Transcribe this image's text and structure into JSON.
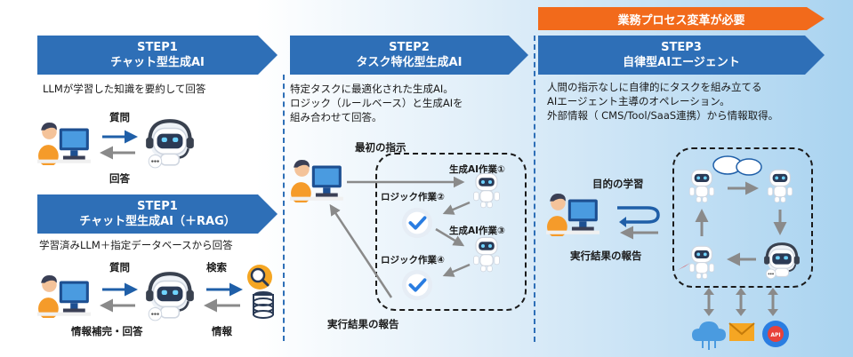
{
  "banner": "業務プロセス変革が必要",
  "step1": {
    "step": "STEP1",
    "title": "チャット型生成AI",
    "desc": "LLMが学習した知識を要約して回答",
    "question": "質問",
    "answer": "回答"
  },
  "step1rag": {
    "step": "STEP1",
    "title": "チャット型生成AI（＋RAG）",
    "desc": "学習済みLLM＋指定データベースから回答",
    "question": "質問",
    "search": "検索",
    "supplement": "情報補完・回答",
    "info": "情報"
  },
  "step2": {
    "step": "STEP2",
    "title": "タスク特化型生成AI",
    "desc_lines": [
      "特定タスクに最適化された生成AI。",
      "ロジック（ルールベース）と生成AIを",
      "組み合わせて回答。"
    ],
    "first_instruction": "最初の指示",
    "ai_task1": "生成AI作業①",
    "logic_task2": "ロジック作業②",
    "ai_task3": "生成AI作業③",
    "logic_task4": "ロジック作業④",
    "report": "実行結果の報告"
  },
  "step3": {
    "step": "STEP3",
    "title": "自律型AIエージェント",
    "desc_lines": [
      "人間の指示なしに自律的にタスクを組み立てる",
      "AIエージェント主導のオペレーション。",
      "外部情報（ CMS/Tool/SaaS連携）から情報取得。"
    ],
    "goal": "目的の学習",
    "report": "実行結果の報告",
    "api_label": "API"
  },
  "colors": {
    "step_blue": "#2e6fb7",
    "banner_orange": "#f26a1b",
    "arrow_blue": "#1f5fa8",
    "arrow_gray": "#888888"
  },
  "icons": [
    "person-at-computer-icon",
    "robot-headset-icon",
    "magnifier-icon",
    "database-icon",
    "check-badge-icon",
    "robot-icon",
    "chat-bubbles-icon",
    "cloud-icon",
    "mail-icon",
    "gear-api-icon",
    "loop-arrow-icon"
  ]
}
